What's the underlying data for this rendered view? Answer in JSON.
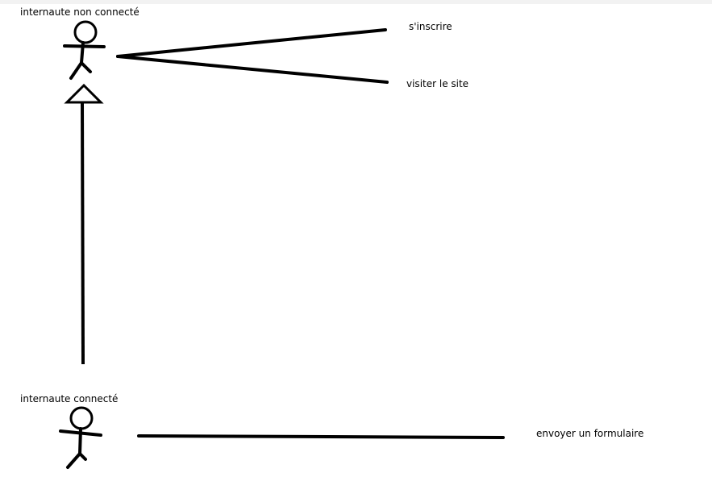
{
  "diagram": {
    "actors": {
      "non_connected": {
        "label": "internaute non connecté",
        "icon": "stick-figure-icon"
      },
      "connected": {
        "label": "internaute connecté",
        "icon": "stick-figure-icon"
      }
    },
    "use_cases": {
      "register": "s'inscrire",
      "visit_site": "visiter le site",
      "send_form": "envoyer un formulaire"
    },
    "colors": {
      "stroke": "#000000",
      "background": "#ffffff"
    }
  }
}
